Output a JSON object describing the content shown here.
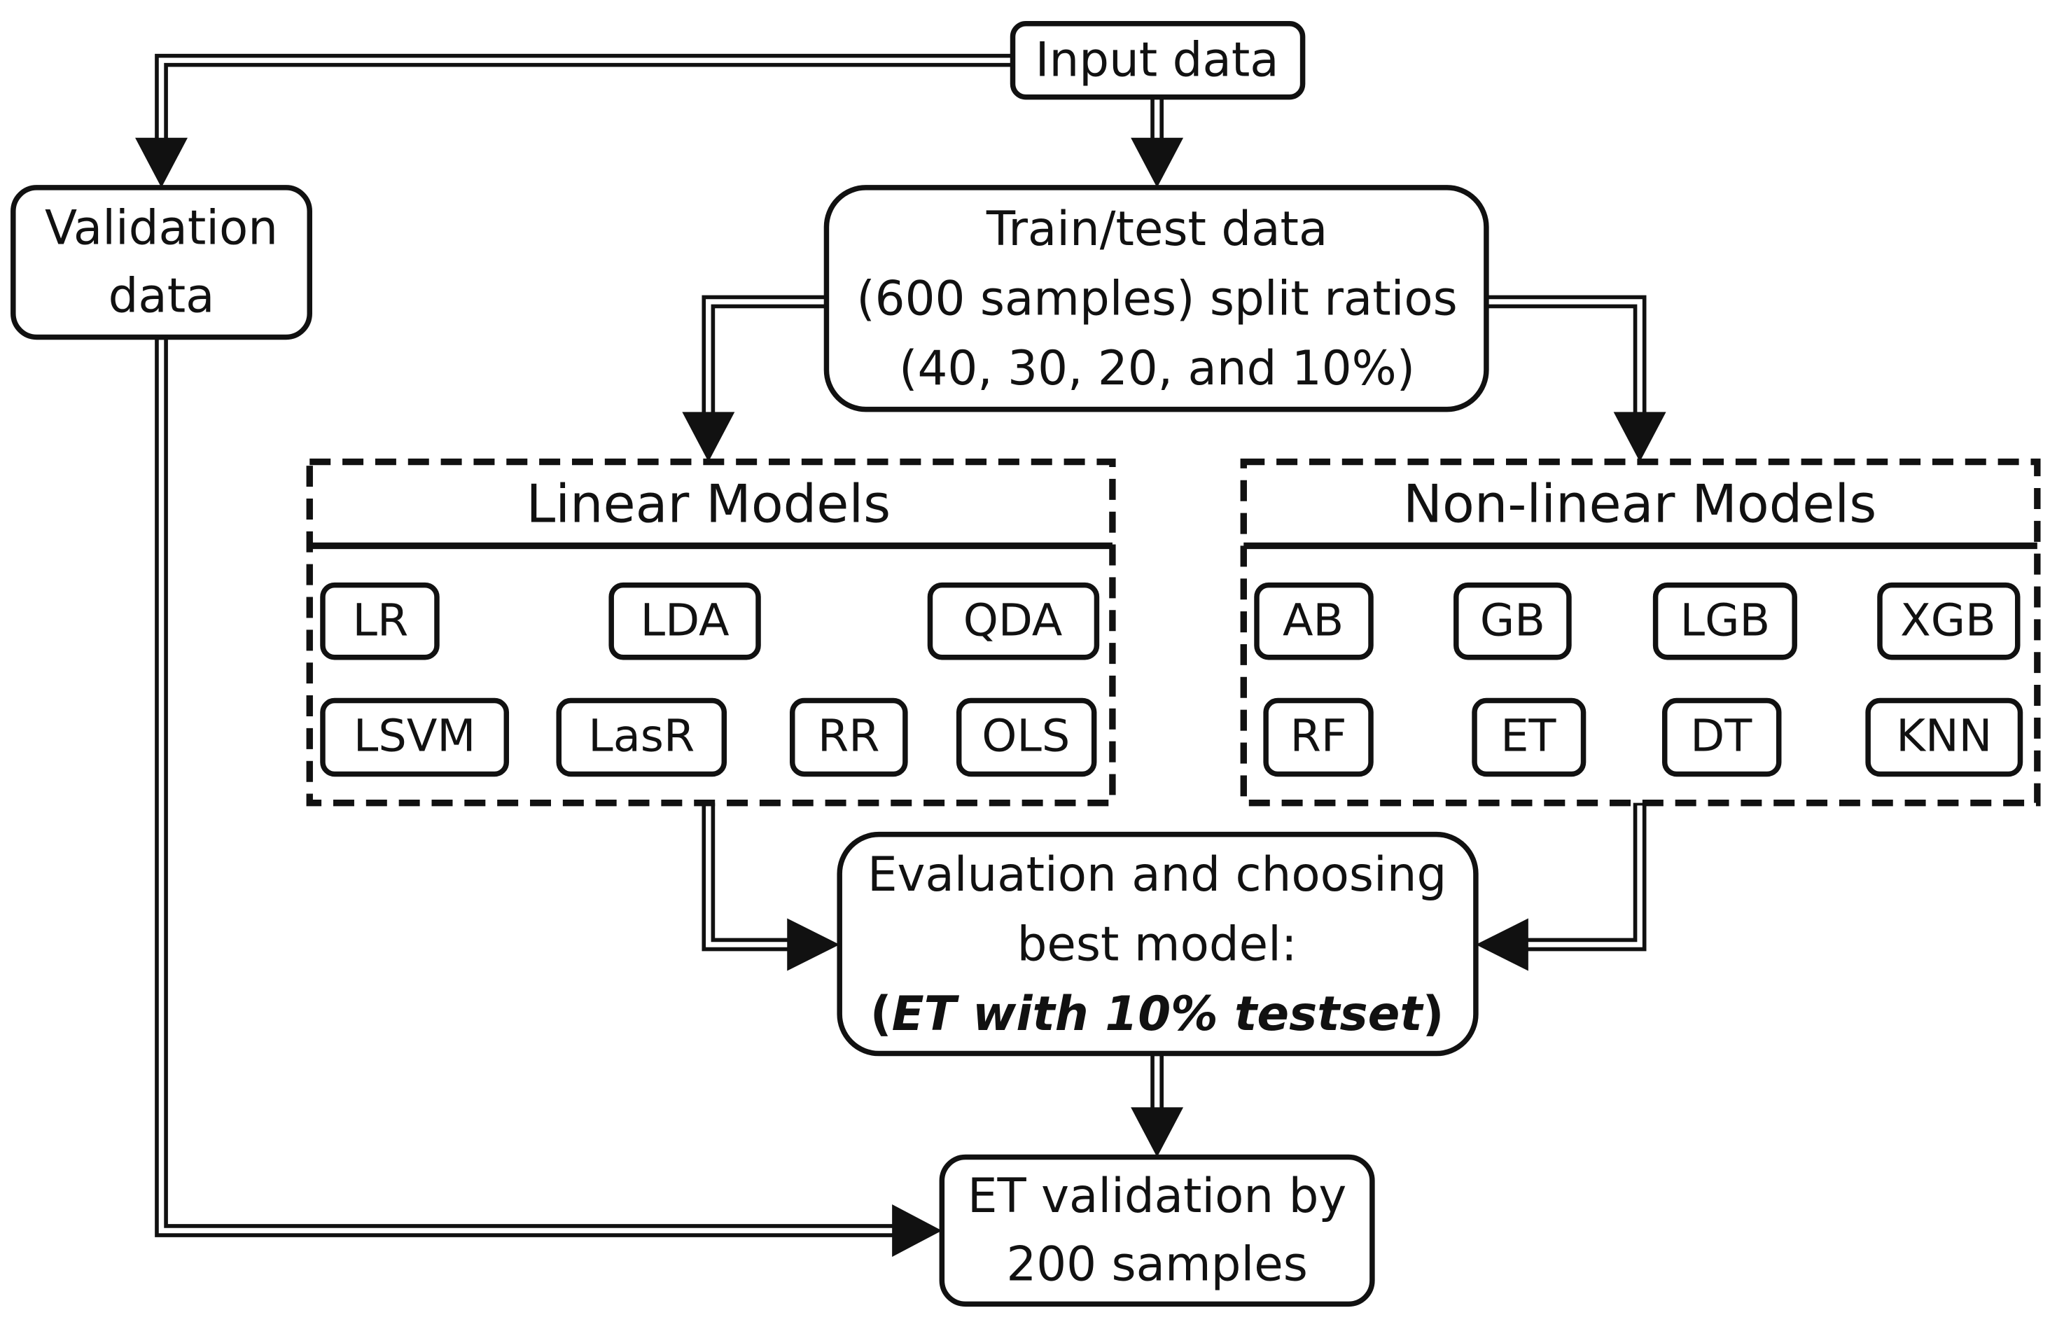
{
  "nodes": {
    "input": "Input data",
    "validation": [
      "Validation",
      "data"
    ],
    "train_test": [
      "Train/test data",
      "(600 samples) split ratios",
      "(40, 30, 20, and 10%)"
    ],
    "evaluation": [
      "Evaluation and choosing",
      "best model:",
      "(",
      "ET with 10% testset",
      ")"
    ],
    "et_validation": [
      "ET validation by",
      "200 samples"
    ]
  },
  "linear": {
    "title": "Linear Models",
    "models": [
      "LR",
      "LDA",
      "QDA",
      "LSVM",
      "LasR",
      "RR",
      "OLS"
    ]
  },
  "nonlinear": {
    "title": "Non-linear Models",
    "models": [
      "AB",
      "GB",
      "LGB",
      "XGB",
      "RF",
      "ET",
      "DT",
      "KNN"
    ]
  }
}
